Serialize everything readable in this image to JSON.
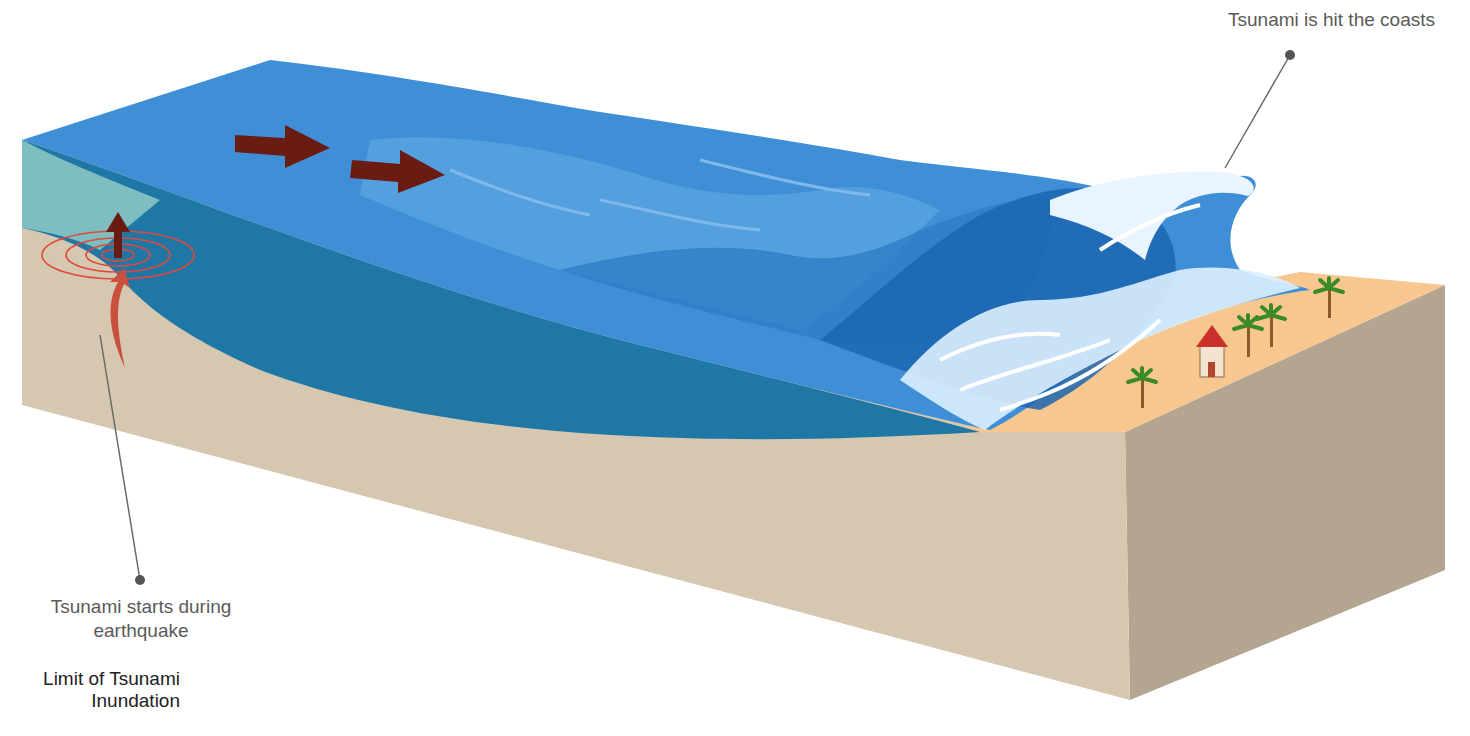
{
  "diagram": {
    "labels": [
      "Tsunami is hit the coasts",
      "Tsunami starts during earthquake",
      "Limit of Tsunami Inundation"
    ]
  }
}
